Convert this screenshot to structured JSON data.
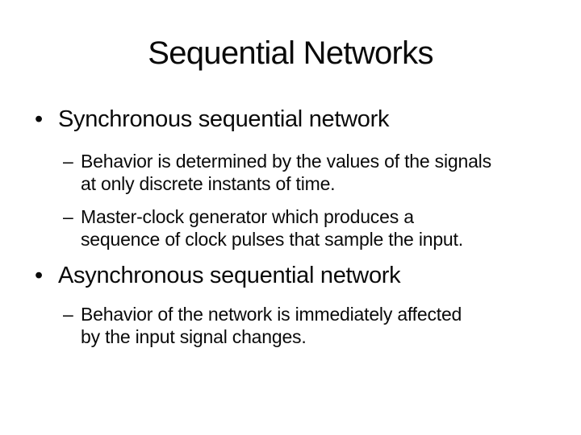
{
  "slide": {
    "background_color": "#ffffff",
    "text_color": "#0a0a0a",
    "title": "Sequential Networks",
    "bullets": [
      {
        "level": 1,
        "marker": "•",
        "lines": [
          "Synchronous sequential network"
        ]
      },
      {
        "level": 2,
        "marker": "–",
        "lines": [
          "Behavior is determined by the values of the signals",
          "at only discrete instants of time."
        ]
      },
      {
        "level": 2,
        "marker": "–",
        "lines": [
          "Master-clock generator which produces a",
          "sequence of clock pulses that sample the input."
        ]
      },
      {
        "level": 1,
        "marker": "•",
        "lines": [
          "Asynchronous sequential network"
        ]
      },
      {
        "level": 2,
        "marker": "–",
        "lines": [
          "Behavior of the network is immediately affected",
          "by the input signal changes."
        ]
      }
    ]
  }
}
